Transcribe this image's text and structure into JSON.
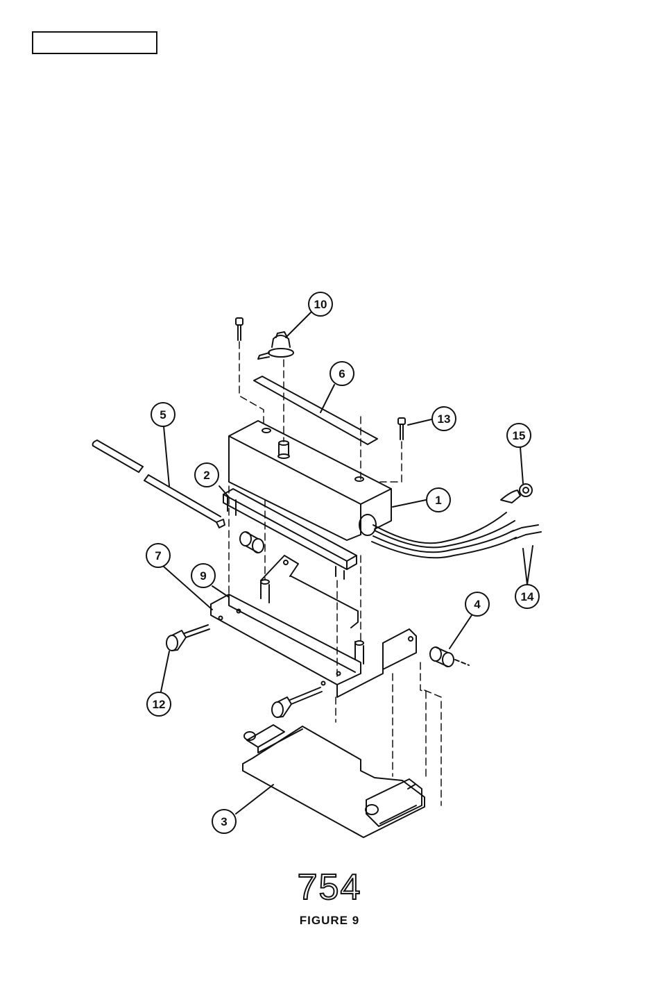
{
  "figure": {
    "number": "754",
    "caption": "FIGURE 9"
  },
  "callouts": [
    "1",
    "2",
    "3",
    "4",
    "5",
    "6",
    "7",
    "9",
    "10",
    "12",
    "13",
    "14",
    "15"
  ]
}
